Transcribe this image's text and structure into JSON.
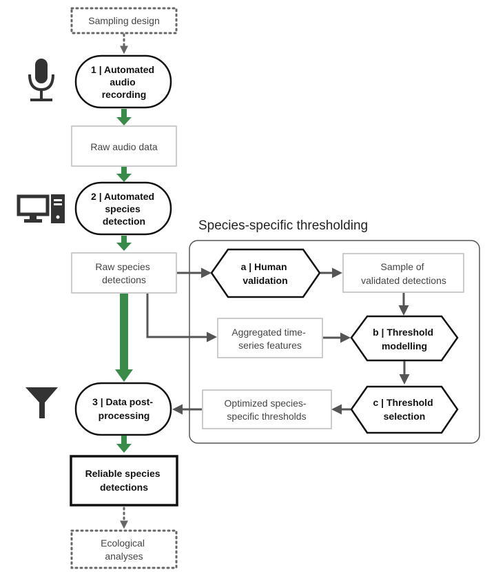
{
  "sampling_design": "Sampling design",
  "step1": [
    "1 | Automated",
    "audio",
    "recording"
  ],
  "raw_audio": "Raw audio data",
  "step2": [
    "2 | Automated",
    "species",
    "detection"
  ],
  "raw_detections": [
    "Raw species",
    "detections"
  ],
  "thresholding_title": "Species-specific thresholding",
  "human_validation": [
    "a | Human",
    "validation"
  ],
  "sample_validated": [
    "Sample of",
    "validated detections"
  ],
  "aggregated_features": [
    "Aggregated time-",
    "series features"
  ],
  "threshold_modelling": [
    "b | Threshold",
    "modelling"
  ],
  "optimized_thresholds": [
    "Optimized species-",
    "specific thresholds"
  ],
  "threshold_selection": [
    "c | Threshold",
    "selection"
  ],
  "step3": [
    "3 | Data post-",
    "processing"
  ],
  "reliable": [
    "Reliable species",
    "detections"
  ],
  "ecological": [
    "Ecological",
    "analyses"
  ],
  "icons": [
    "microphone-icon",
    "computer-icon",
    "filter-icon"
  ],
  "colors": {
    "green_arrow": "#3a8a4a",
    "gray_arrow": "#555555"
  }
}
